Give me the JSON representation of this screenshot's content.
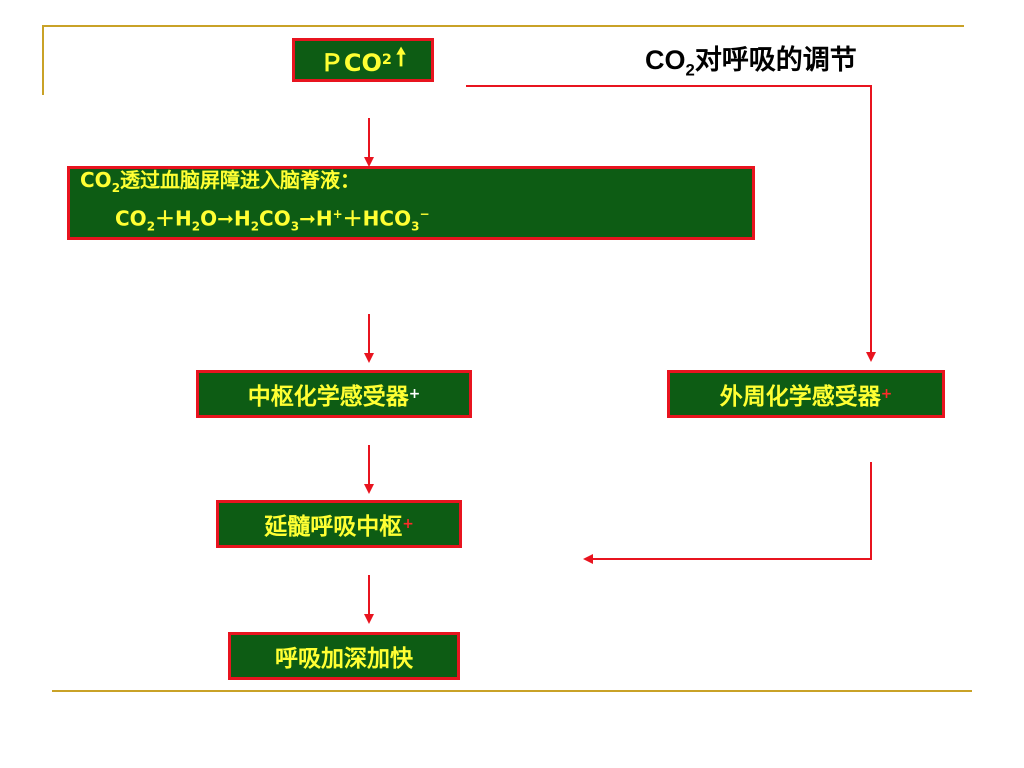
{
  "title": {
    "prefix": "CO",
    "sub": "2",
    "rest": "对呼吸的调节"
  },
  "nodes": {
    "pco2": {
      "text": "ＰCO",
      "sub": "2",
      "arrow": "🠕"
    },
    "bbb": {
      "line1_prefix": "CO",
      "line1_sub": "2",
      "line1_rest": "透过血脑屏障进入脑脊液：",
      "line2": [
        "CO",
        "2",
        "＋H",
        "2",
        "O",
        "➞",
        "H",
        "2",
        "CO",
        "3",
        "➞",
        "H",
        "+",
        "＋HCO",
        "3",
        "−"
      ]
    },
    "central": {
      "text": "中枢化学感受器",
      "sup": "+"
    },
    "peripheral": {
      "text": "外周化学感受器",
      "sup": "+"
    },
    "medulla": {
      "text": "延髓呼吸中枢",
      "sup": "+"
    },
    "result": {
      "text": "呼吸加深加快"
    }
  },
  "colors": {
    "box_fill": "#0d5c14",
    "box_border": "#e8141f",
    "box_text": "#ffff33",
    "arrow": "#e8141f",
    "frame": "#c9a227"
  }
}
